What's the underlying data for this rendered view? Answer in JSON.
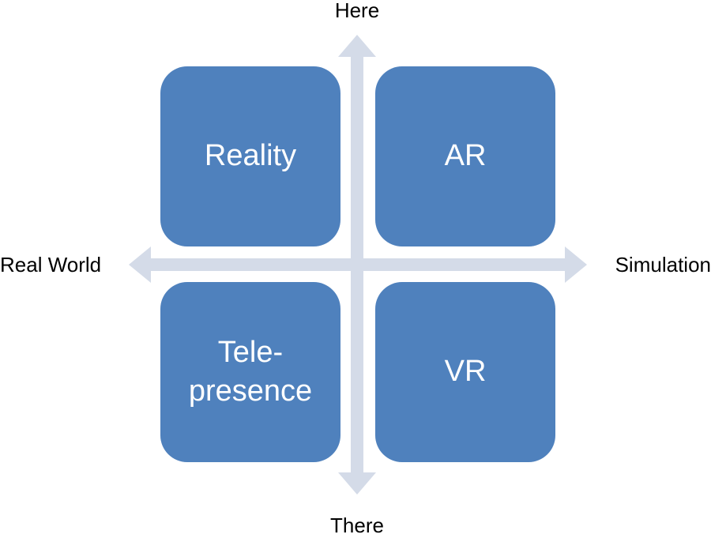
{
  "axes": {
    "top": "Here",
    "bottom": "There",
    "left": "Real World",
    "right": "Simulation"
  },
  "quadrants": {
    "top_left": {
      "lines": [
        "Reality"
      ]
    },
    "top_right": {
      "lines": [
        "AR"
      ]
    },
    "bottom_left": {
      "lines": [
        "Tele-",
        "presence"
      ]
    },
    "bottom_right": {
      "lines": [
        "VR"
      ]
    }
  },
  "colors": {
    "box": "#4f81bd",
    "box_text": "#ffffff",
    "arrow": "#d4dbe8",
    "label": "#000000"
  }
}
